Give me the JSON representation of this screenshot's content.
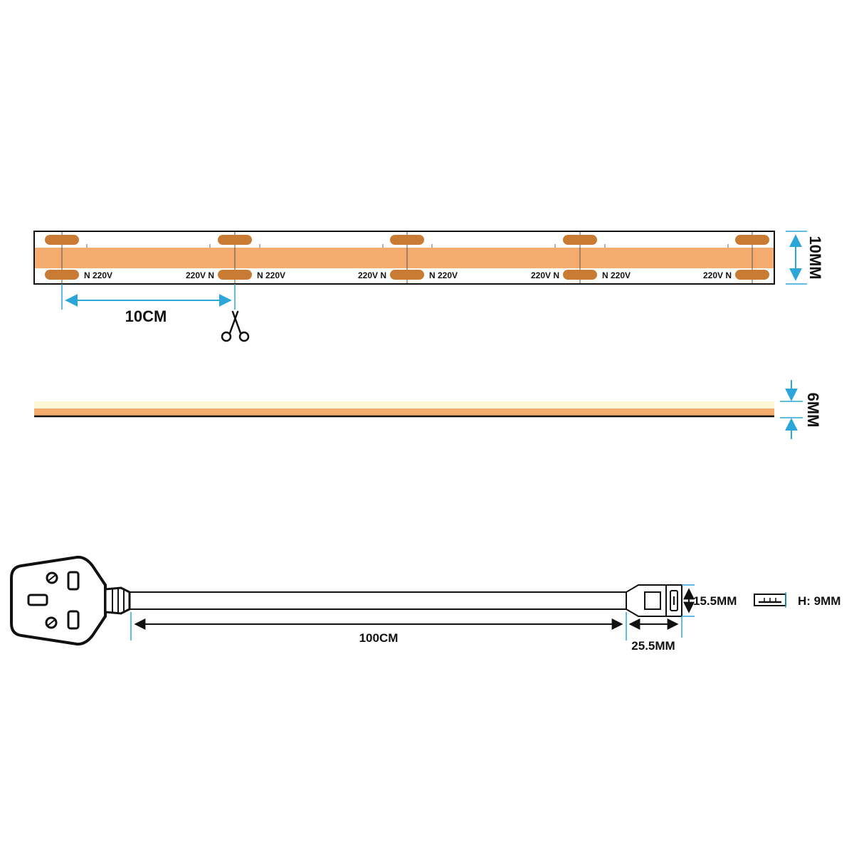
{
  "strip_top": {
    "segment_labels": [
      {
        "left": "",
        "right": "N 220V"
      },
      {
        "left": "220V N",
        "right": "N 220V"
      },
      {
        "left": "220V N",
        "right": "N 220V"
      },
      {
        "left": "220V N",
        "right": "N 220V"
      },
      {
        "left": "220V N",
        "right": ""
      }
    ],
    "width_label": "10MM",
    "cut_length_label": "10CM",
    "cut_icon": "scissors-icon"
  },
  "strip_side": {
    "thickness_label": "6MM"
  },
  "power_cable": {
    "plug_type": "uk-3-pin-plug",
    "cable_length_label": "100CM",
    "connector_width_label": "15.5MM",
    "connector_length_label": "25.5MM",
    "connector_height_label": "H: 9MM"
  },
  "colors": {
    "strip_orange": "#f3ab6e",
    "pad_brown": "#c97b34",
    "dimension_blue": "#2aa7d8",
    "side_light": "#fdf7d8",
    "outline": "#111111"
  }
}
